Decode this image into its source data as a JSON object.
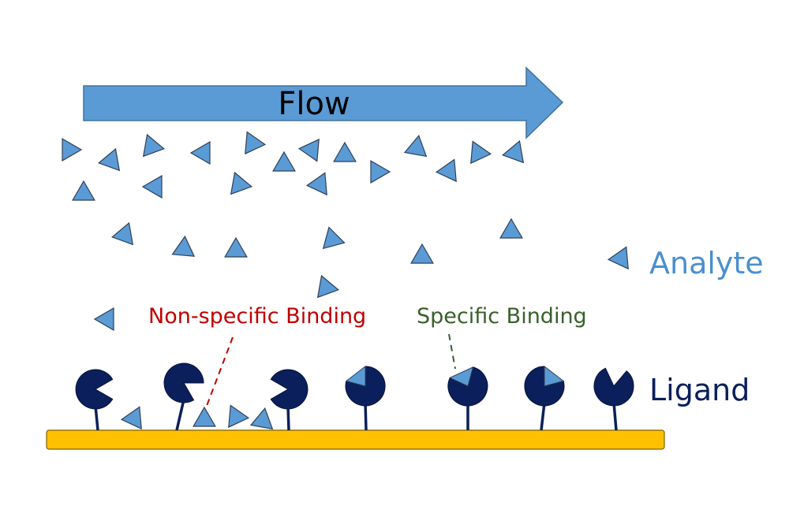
{
  "labels": {
    "flow": "Flow",
    "analyte": "Analyte",
    "ligand": "Ligand",
    "non_specific": "Non-specific Binding",
    "specific": "Specific Binding"
  },
  "colors": {
    "analyte_fill": "#5b9bd5",
    "analyte_stroke": "#2e3f57",
    "ligand_fill": "#0b1f5c",
    "surface_fill": "#ffc000",
    "surface_stroke": "#7f6000",
    "flow_arrow_fill": "#5b9bd5",
    "flow_arrow_stroke": "#41719c",
    "analyte_label": "#4a8fd0",
    "ligand_label": "#0b1f5c",
    "non_specific_label": "#c00000",
    "specific_label": "#38602a"
  }
}
